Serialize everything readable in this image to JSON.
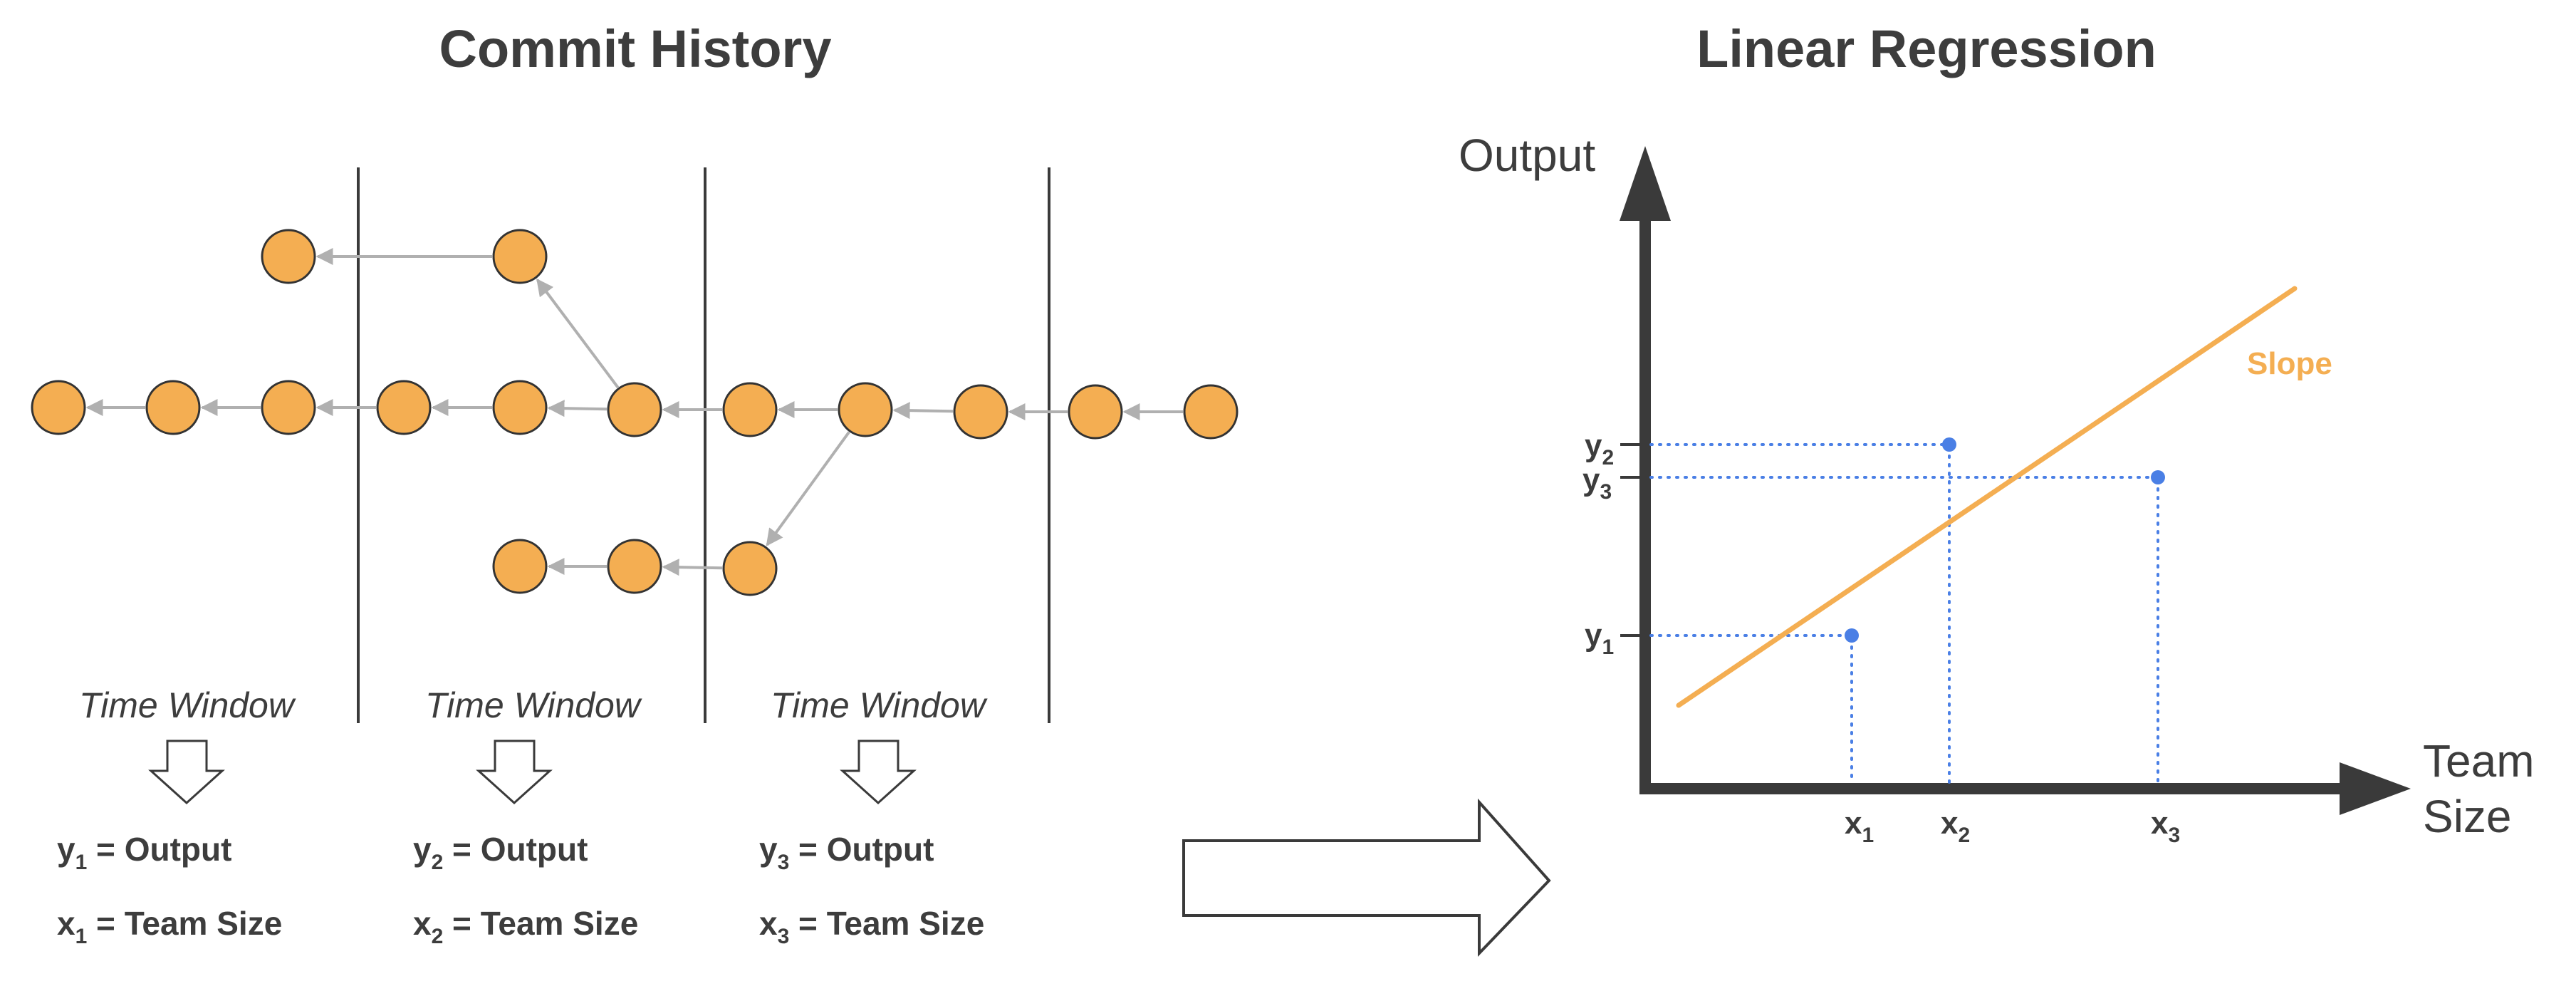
{
  "colors": {
    "node_fill": "#f4ae52",
    "node_stroke": "#333333",
    "edge": "#b0b0b0",
    "text": "#3d3d3d",
    "axis": "#3a3a3a",
    "point": "#4a7fe5",
    "slope_line": "#f4ae52"
  },
  "left_panel": {
    "title": "Commit History",
    "window_label": "Time Window",
    "equations": [
      {
        "y_var": "y",
        "y_sub": "1",
        "y_rest": " = Output",
        "x_var": "x",
        "x_sub": "1",
        "x_rest": " = Team Size"
      },
      {
        "y_var": "y",
        "y_sub": "2",
        "y_rest": " = Output",
        "x_var": "x",
        "x_sub": "2",
        "x_rest": " = Team Size"
      },
      {
        "y_var": "y",
        "y_sub": "3",
        "y_rest": " = Output",
        "x_var": "x",
        "x_sub": "3",
        "x_rest": " = Team Size"
      }
    ]
  },
  "right_panel": {
    "title": "Linear Regression",
    "y_axis_label": "Output",
    "x_axis_label_line1": "Team",
    "x_axis_label_line2": "Size",
    "slope_label": "Slope",
    "y_ticks": [
      {
        "var": "y",
        "sub": "2"
      },
      {
        "var": "y",
        "sub": "3"
      },
      {
        "var": "y",
        "sub": "1"
      }
    ],
    "x_ticks": [
      {
        "var": "x",
        "sub": "1"
      },
      {
        "var": "x",
        "sub": "2"
      },
      {
        "var": "x",
        "sub": "3"
      }
    ]
  }
}
